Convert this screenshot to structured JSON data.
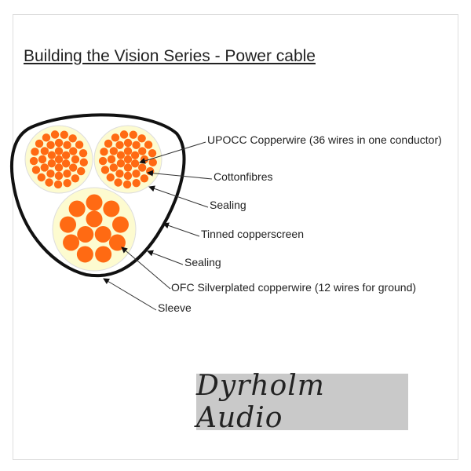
{
  "title": "Building the Vision Series - Power cable",
  "labels": {
    "upocc": "UPOCC Copperwire (36 wires in one conductor)",
    "cotton": "Cottonfibres",
    "sealing_inner": "Sealing",
    "screen": "Tinned copperscreen",
    "sealing_outer": "Sealing",
    "ofc": "OFC Silverplated copperwire (12 wires for ground)",
    "sleeve": "Sleeve"
  },
  "logo": "Dyrholm Audio",
  "colors": {
    "wire": "#ff6a13",
    "filler": "#fdfbd0",
    "sleeve": "#111111",
    "logo_bg": "#c9c9c9"
  }
}
